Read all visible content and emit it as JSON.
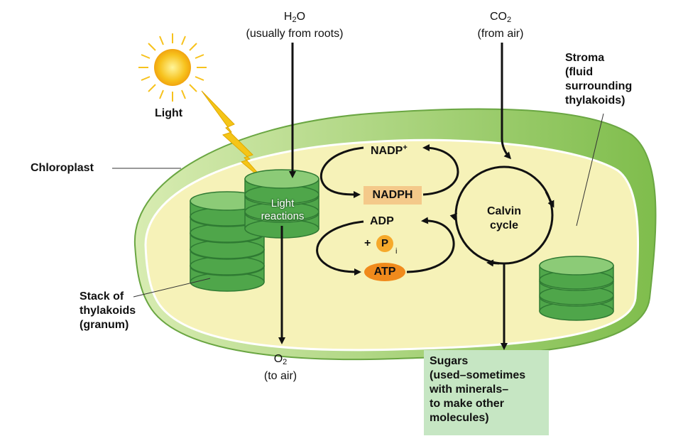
{
  "labels": {
    "h2o_formula": "H",
    "h2o_sub": "2",
    "h2o_tail": "O",
    "h2o_note": "(usually from roots)",
    "co2_formula": "CO",
    "co2_sub": "2",
    "co2_note": "(from air)",
    "light": "Light",
    "chloroplast": "Chloroplast",
    "stroma": "Stroma\n(fluid\nsurrounding\nthylakoids)",
    "light_reactions": "Light\nreactions",
    "nadp_plus": "NADP",
    "nadp_sup": "+",
    "nadph": "NADPH",
    "adp": "ADP",
    "plus": "+",
    "p": "P",
    "p_sub": "i",
    "atp": "ATP",
    "calvin_cycle": "Calvin\ncycle",
    "stack": "Stack of\nthylakoids\n(granum)",
    "o2_formula": "O",
    "o2_sub": "2",
    "o2_note": "(to air)",
    "sugars": "Sugars\n(used–sometimes\nwith minerals–\nto make other\nmolecules)"
  },
  "colors": {
    "stroma_fill": "#f6f2b8",
    "envelope": "#9ccd6d",
    "thylakoid": "#4fa64a",
    "thylakoid_dark": "#2f7a33",
    "sun": "#f7c21d",
    "bolt": "#f5c518",
    "nadph_box": "#f4c98a",
    "atp_oval": "#f08a1c",
    "sugars_box": "#c6e6c3"
  },
  "icons": [
    "sun-icon",
    "lightning-bolt-icon",
    "thylakoid-stack-icon"
  ]
}
